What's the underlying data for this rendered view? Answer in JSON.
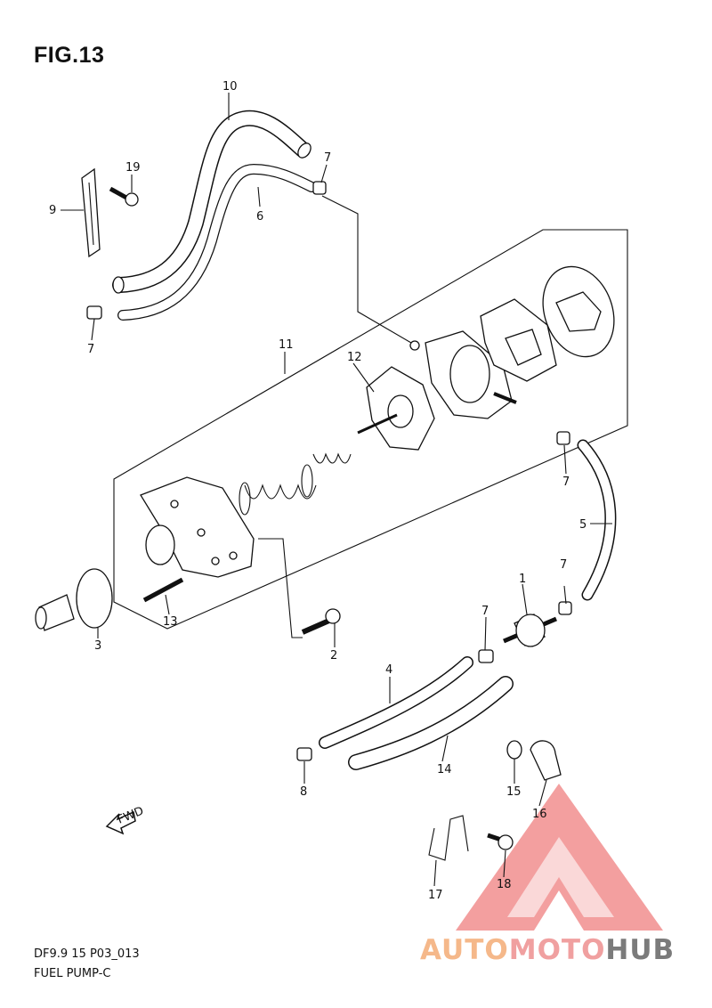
{
  "figure": {
    "title": "FIG.13",
    "code": "DF9.9 15 P03_013",
    "name": "FUEL PUMP-C"
  },
  "callouts": {
    "c10": "10",
    "c19": "19",
    "c9": "9",
    "c7a": "7",
    "c6": "6",
    "c7b": "7",
    "c11": "11",
    "c12": "12",
    "c7c": "7",
    "c5": "5",
    "c7d": "7",
    "c1": "1",
    "c7e": "7",
    "c2": "2",
    "c3": "3",
    "c13": "13",
    "c4": "4",
    "c14": "14",
    "c8": "8",
    "c15": "15",
    "c16": "16",
    "c17": "17",
    "c18": "18"
  },
  "fwd_label": "FWD",
  "watermark": {
    "part1": "AUTO",
    "part2": "MOTO",
    "part3": "HUB",
    "colors": {
      "auto": "#f5b88a",
      "moto": "#f0a0a0",
      "hub": "#7b7b7b",
      "triangle": "#ef7f7f"
    }
  }
}
